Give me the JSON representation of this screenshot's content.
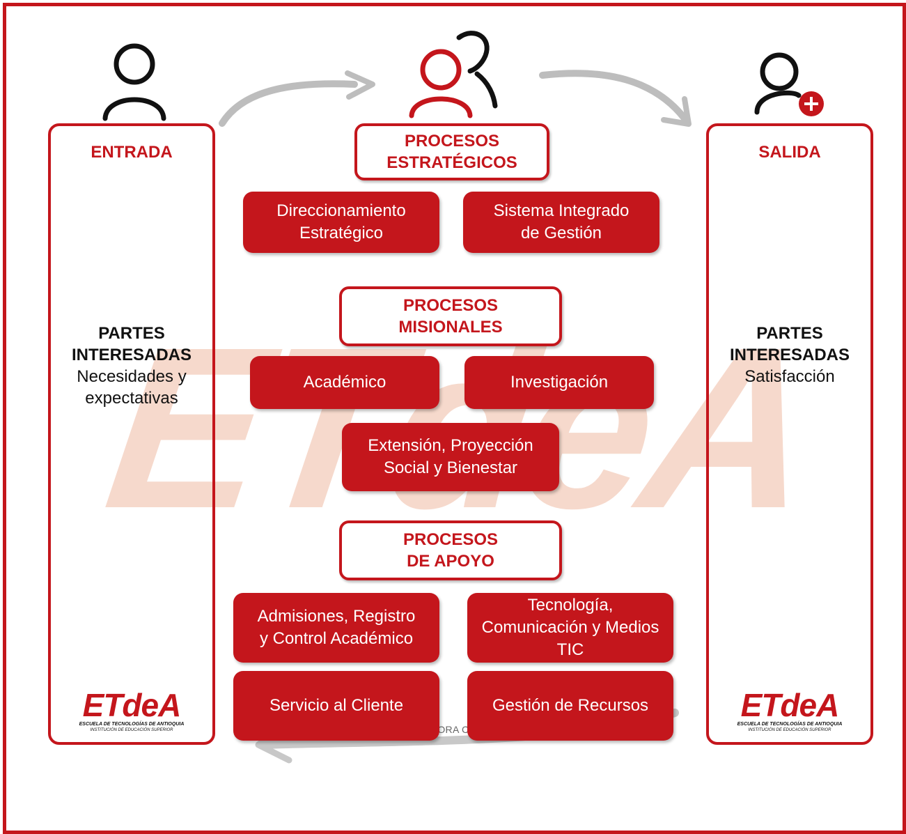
{
  "watermark": "ETdeA",
  "entrada": {
    "title": "ENTRADA",
    "bold_line1": "PARTES",
    "bold_line2": "INTERESADAS",
    "text_line1": "Necesidades y",
    "text_line2": "expectativas"
  },
  "salida": {
    "title": "SALIDA",
    "bold_line1": "PARTES",
    "bold_line2": "INTERESADAS",
    "text_line1": "Satisfacción"
  },
  "logo": {
    "word": "ETdeA",
    "line1": "ESCUELA DE TECNOLOGÍAS DE ANTIOQUIA",
    "line2": "INSTITUCIÓN DE EDUCACIÓN SUPERIOR"
  },
  "estrategicos": {
    "header_line1": "PROCESOS",
    "header_line2": "ESTRATÉGICOS",
    "items": [
      {
        "line1": "Direccionamiento",
        "line2": "Estratégico"
      },
      {
        "line1": "Sistema Integrado",
        "line2": "de Gestión"
      }
    ]
  },
  "misionales": {
    "header_line1": "PROCESOS",
    "header_line2": "MISIONALES",
    "items": [
      {
        "line1": "Académico"
      },
      {
        "line1": "Investigación"
      },
      {
        "line1": "Extensión, Proyección",
        "line2": "Social y Bienestar"
      }
    ]
  },
  "apoyo": {
    "header_line1": "PROCESOS",
    "header_line2": "DE APOYO",
    "items": [
      {
        "line1": "Admisiones, Registro",
        "line2": "y Control Académico"
      },
      {
        "line1": "Tecnología,",
        "line2": "Comunicación y Medios",
        "line3": "TIC"
      },
      {
        "line1": "Servicio al Cliente"
      },
      {
        "line1": "Gestión de Recursos"
      }
    ]
  },
  "footer": {
    "label": "MEJORA CONTINUA"
  },
  "colors": {
    "accent": "#c4161c",
    "arrow": "#bdbdbd",
    "watermark": "#f6d9cc"
  },
  "icons": [
    "user-icon",
    "group-icon",
    "user-plus-icon",
    "curved-arrow-icon"
  ]
}
